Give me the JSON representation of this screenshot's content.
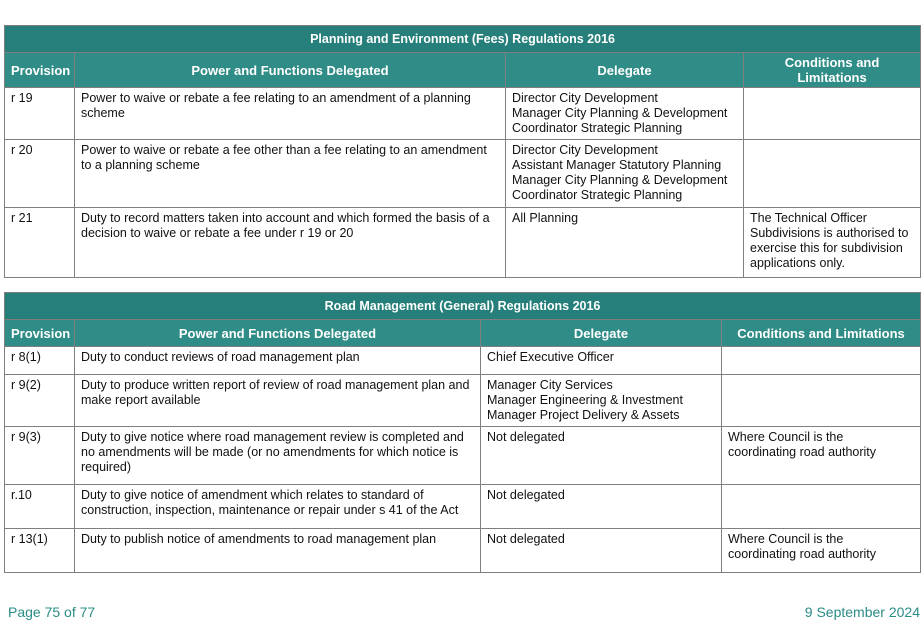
{
  "tables": [
    {
      "title": "Planning and Environment (Fees) Regulations 2016",
      "headers": {
        "provision": "Provision",
        "power": "Power and Functions Delegated",
        "delegate": "Delegate",
        "conditions": "Conditions and Limitations"
      },
      "rows": [
        {
          "provision": "r 19",
          "power": "Power to waive or rebate a fee relating to an amendment of a planning scheme",
          "delegates": [
            "Director City Development",
            "Manager City Planning & Development",
            "Coordinator Strategic Planning"
          ],
          "conditions": ""
        },
        {
          "provision": "r 20",
          "power": "Power to waive or rebate a fee other than a fee relating to an amendment to a planning scheme",
          "delegates": [
            "Director City Development",
            "Assistant Manager Statutory Planning",
            "Manager City Planning & Development",
            "Coordinator Strategic Planning"
          ],
          "conditions": ""
        },
        {
          "provision": "r 21",
          "power": "Duty to record matters taken into account and which formed the basis of a decision to waive or rebate a fee under r 19 or 20",
          "delegates": [
            "All Planning"
          ],
          "conditions": "The Technical Officer Subdivisions is authorised to exercise this for subdivision applications only."
        }
      ]
    },
    {
      "title": "Road Management (General) Regulations 2016",
      "headers": {
        "provision": "Provision",
        "power": "Power and Functions Delegated",
        "delegate": "Delegate",
        "conditions": "Conditions and Limitations"
      },
      "rows": [
        {
          "provision": "r 8(1)",
          "power": "Duty to conduct reviews of road management plan",
          "delegates": [
            "Chief Executive Officer"
          ],
          "conditions": ""
        },
        {
          "provision": "r 9(2)",
          "power": "Duty to produce written report of review of road management plan and make report available",
          "delegates": [
            "Manager City Services",
            "Manager Engineering & Investment",
            "Manager Project Delivery & Assets"
          ],
          "conditions": ""
        },
        {
          "provision": "r 9(3)",
          "power": "Duty to give notice where road management review is completed and no amendments will be made (or no amendments for  which notice is required)",
          "delegates": [
            "Not delegated"
          ],
          "conditions": "Where Council is the coordinating road authority"
        },
        {
          "provision": "r.10",
          "power": "Duty to give notice of amendment which relates to standard of construction, inspection, maintenance or repair under s 41 of the Act",
          "delegates": [
            "Not delegated"
          ],
          "conditions": ""
        },
        {
          "provision": "r 13(1)",
          "power": "Duty to publish notice of amendments to road management plan",
          "delegates": [
            "Not delegated"
          ],
          "conditions": "Where Council is the coordinating road authority"
        }
      ]
    }
  ],
  "footer": {
    "page": "Page 75 of 77",
    "date": "9 September 2024"
  },
  "colors": {
    "title_bg": "#267f7a",
    "header_bg": "#2f8c86",
    "footer_text": "#2a8c86"
  }
}
